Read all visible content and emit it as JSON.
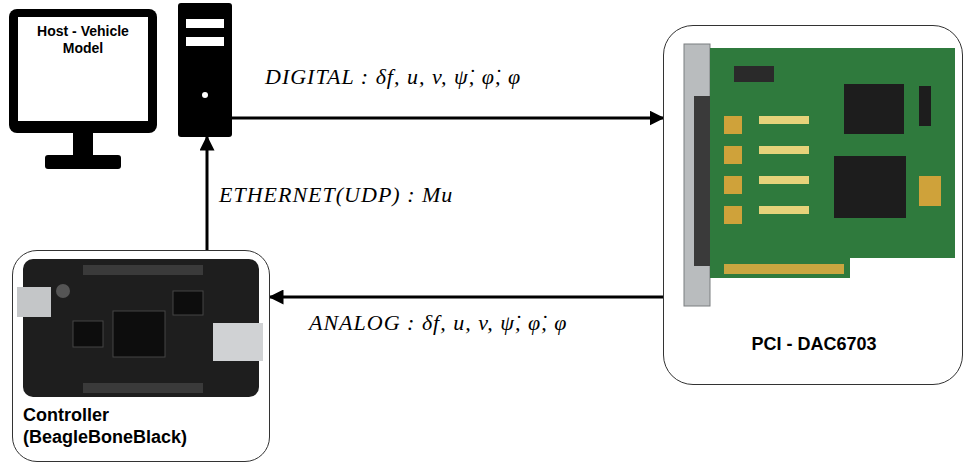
{
  "diagram": {
    "nodes": [
      {
        "text": [
          "Host - Vehicle Model"
        ]
      },
      {
        "text": [
          "PCI - DAC6703"
        ]
      },
      {
        "text": [
          "Controller (BeagleBoneBlack)"
        ]
      }
    ],
    "edges": [
      {
        "from": 0,
        "to": 1,
        "arrow": "to",
        "label": "DIGITAL : δf, u, v, ψ̇, φ̇, φ"
      },
      {
        "from": 1,
        "to": 2,
        "arrow": "to",
        "label": "ANALOG : δf, u, v, ψ̇, φ̇, φ"
      },
      {
        "from": 2,
        "to": 0,
        "arrow": "to",
        "label": "ETHERNET(UDP) : Mu"
      }
    ]
  }
}
